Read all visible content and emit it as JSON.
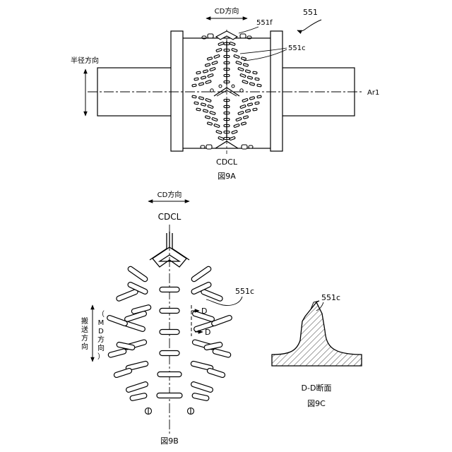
{
  "fig9a": {
    "ref_551": "551",
    "ref_551f": "551f",
    "ref_551c": "551c",
    "cd_direction": "CD方向",
    "radial_direction": "半径方向",
    "axis_label": "Ar1",
    "cdcl": "CDCL",
    "caption": "図9A"
  },
  "fig9b": {
    "cd_direction": "CD方向",
    "cdcl": "CDCL",
    "ref_551c": "551c",
    "section_mark_upper": "D",
    "section_mark_lower": "D",
    "conveyance_direction": [
      "搬",
      "送",
      "方",
      "向"
    ],
    "md_direction": [
      "（",
      "M",
      "D",
      "方",
      "向",
      "）"
    ],
    "caption": "図9B"
  },
  "fig9c": {
    "ref_551c": "551c",
    "section_label": "D-D断面",
    "caption": "図9C"
  }
}
